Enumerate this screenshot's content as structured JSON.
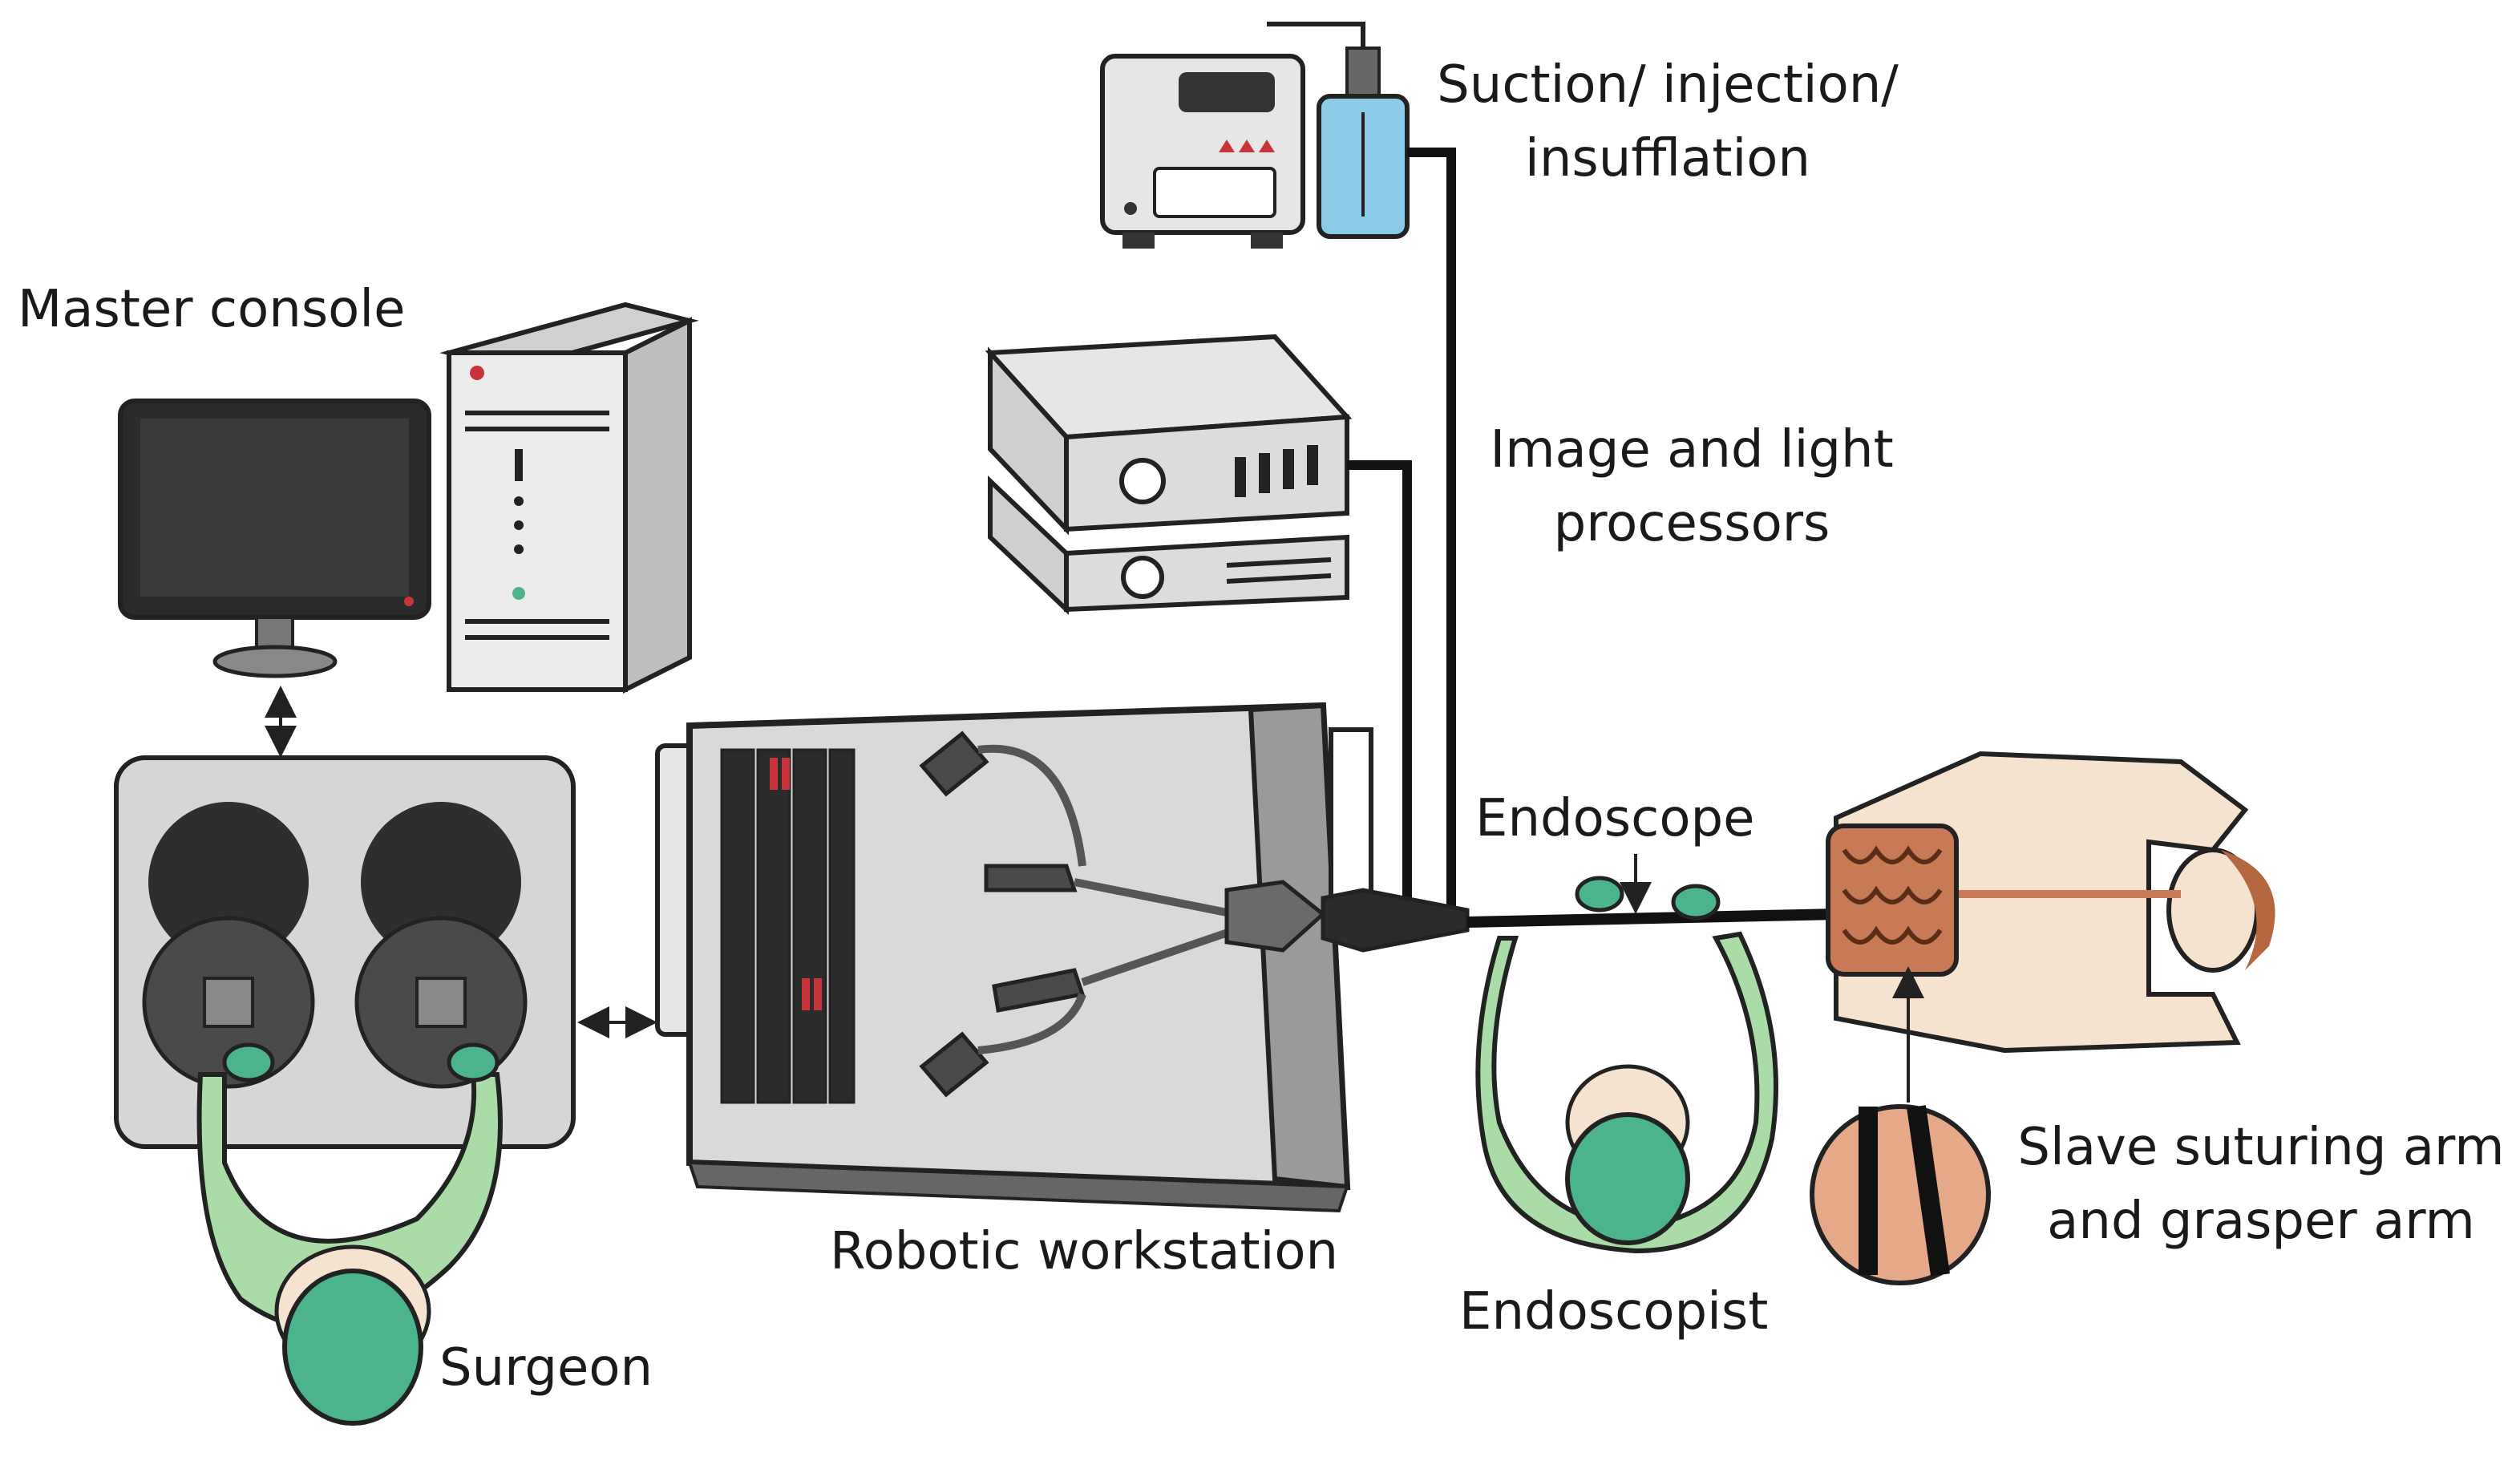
{
  "labels": {
    "suction": [
      "Suction/ injection/",
      "insufflation"
    ],
    "image_light": [
      "Image and light",
      "processors"
    ],
    "master_console": [
      "Master console"
    ],
    "endoscope": [
      "Endoscope"
    ],
    "slave_arm": [
      "Slave suturing arm",
      "and grasper arm"
    ],
    "robotic_workstation": [
      "Robotic workstation"
    ],
    "endoscopist": [
      "Endoscopist"
    ],
    "surgeon": [
      "Surgeon"
    ]
  },
  "colors": {
    "scrubs": "#a9dca7",
    "mask": "#4bb48c",
    "skin": "#f5e3cf",
    "equipment": "#d9d9d9",
    "equipment_dark": "#9a9a9a",
    "screen": "#2b2b2b",
    "console_pad": "#4a4a4a",
    "cable": "#111111",
    "organ": "#c77a55",
    "fluid": "#8ccbe8",
    "accent_red": "#c8343a"
  },
  "icons": [
    "monitor-icon",
    "tower-pc-icon",
    "suction-pump-icon",
    "bottle-icon",
    "processor-stack-icon",
    "robot-workstation-icon",
    "console-pad-icon",
    "surgeon-icon",
    "endoscopist-icon",
    "patient-icon",
    "intestine-icon",
    "magnifier-inset-icon",
    "double-arrow-icon"
  ]
}
